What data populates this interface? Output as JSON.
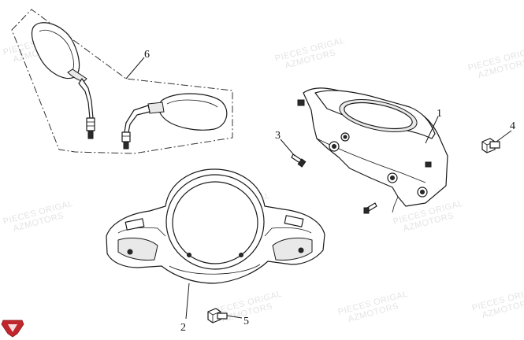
{
  "callouts": [
    "1",
    "2",
    "3",
    "4",
    "5",
    "6"
  ],
  "watermark": [
    "PIECES ORIGAL",
    "AZMOTORS"
  ],
  "colors": {
    "line": "#1a1a1a",
    "logo": "#c0262c",
    "watermark": "#e4e4e4"
  },
  "icons": [
    "brand-logo-icon"
  ]
}
